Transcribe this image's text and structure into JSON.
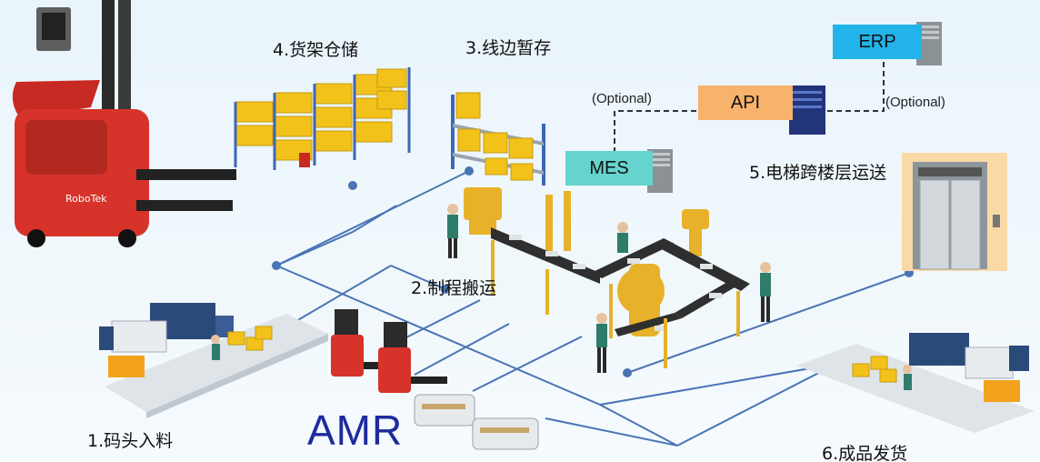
{
  "stations": {
    "s1": "1.码头入料",
    "s2": "2.制程搬运",
    "s3": "3.线边暂存",
    "s4": "4.货架仓储",
    "s5": "5.电梯跨楼层运送",
    "s6": "6.成品发货"
  },
  "systems": {
    "erp": "ERP",
    "api": "API",
    "mes": "MES",
    "optional_left": "(Optional)",
    "optional_right": "(Optional)"
  },
  "amr_label": "AMR",
  "forklift_brand": "RoboTek",
  "colors": {
    "erp_box": "#22b4e8",
    "api_box": "#f7b26b",
    "mes_box": "#66d3cf",
    "network_line": "#4a74b4",
    "amr_text": "#1f2a9e",
    "forklift_red": "#d7332a",
    "cargo_yellow": "#f2c21b",
    "shelf_blue": "#3e66b8"
  }
}
